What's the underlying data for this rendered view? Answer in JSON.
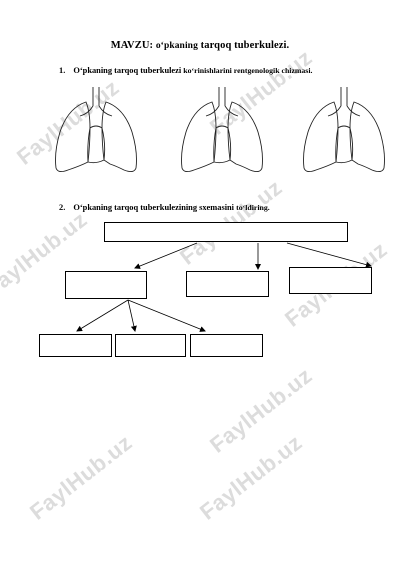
{
  "title": {
    "prefix": "MAVZU:",
    "topic_a": "o‘pkaning",
    "topic_b": "tarqoq tuberkulezi."
  },
  "questions": [
    {
      "number": "1.",
      "text_a": "O‘pkaning",
      "text_b": "tarqoq tuberkulezi",
      "text_c": "ko‘rinishlarini rentgenologik chizmasi."
    },
    {
      "number": "2.",
      "text_a": "O‘pkaning",
      "text_b": "tarqoq tuberkulezining sxemasini",
      "text_c": "to‘ldiring."
    }
  ],
  "watermark": "FaylHub.uz",
  "icons": {
    "lungs": "lungs-outline-icon"
  }
}
